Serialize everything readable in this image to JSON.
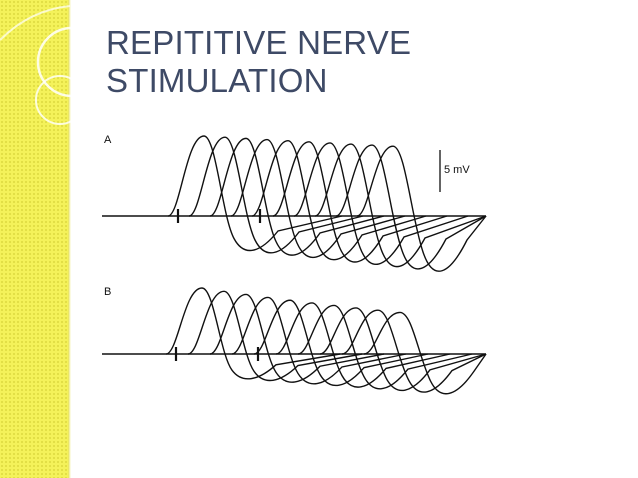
{
  "slide": {
    "title_line1": "REPITITIVE NERVE",
    "title_line2": "STIMULATION"
  },
  "figure": {
    "panel_a_label": "A",
    "panel_b_label": "B",
    "scale_bar_label": "5 mV",
    "panel_a_waveforms": 10,
    "panel_b_waveforms": 10
  },
  "colors": {
    "sidebar": "#f4f25a",
    "title": "#3e4a66",
    "trace": "#111111"
  }
}
